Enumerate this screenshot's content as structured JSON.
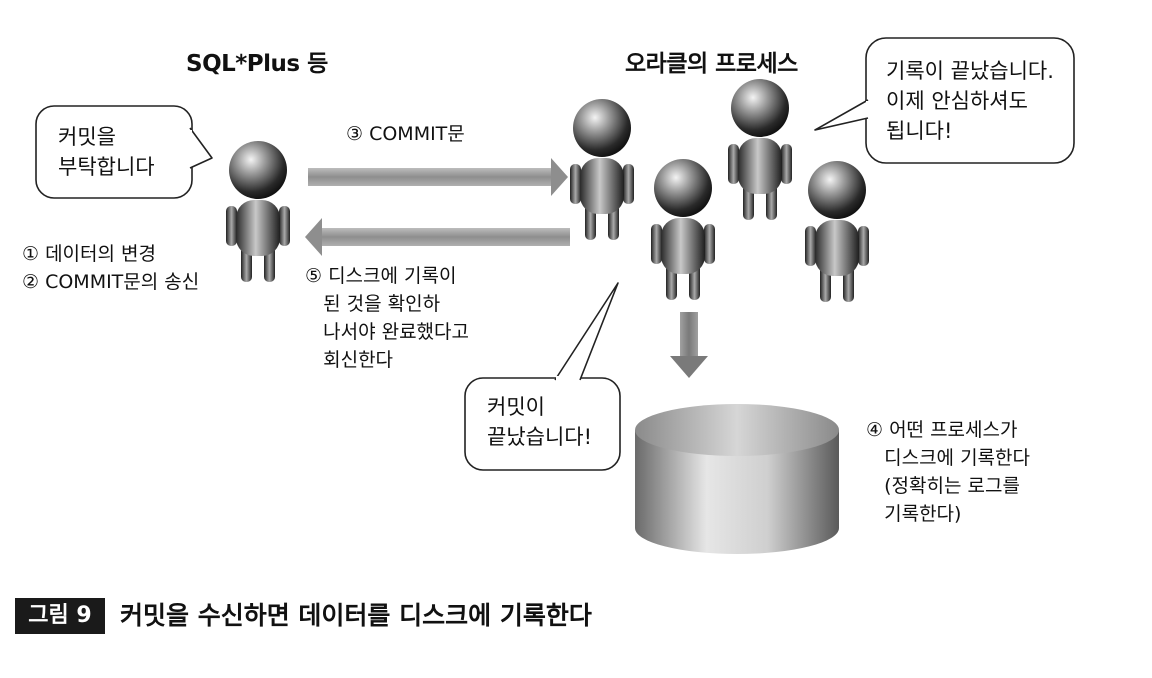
{
  "headers": {
    "client": "SQL*Plus 등",
    "oracle": "오라클의 프로세스"
  },
  "bubbles": {
    "client_request": "커밋을\n부탁합니다",
    "process_done": "기록이 끝났습니다.\n이제 안심하셔도\n됩니다!",
    "commit_done": "커밋이\n끝났습니다!"
  },
  "steps": {
    "client_steps": "① 데이터의 변경\n② COMMIT문의 송신",
    "step3": "③ COMMIT문",
    "step5": "⑤ 디스크에 기록이\n   된 것을 확인하\n   나서야 완료했다고\n   회신한다",
    "step4": "④ 어떤 프로세스가\n   디스크에 기록한다\n   (정확히는 로그를\n   기록한다)"
  },
  "caption": {
    "tag": "그림 9",
    "text": "커밋을 수신하면 데이터를 디스크에 기록한다"
  }
}
